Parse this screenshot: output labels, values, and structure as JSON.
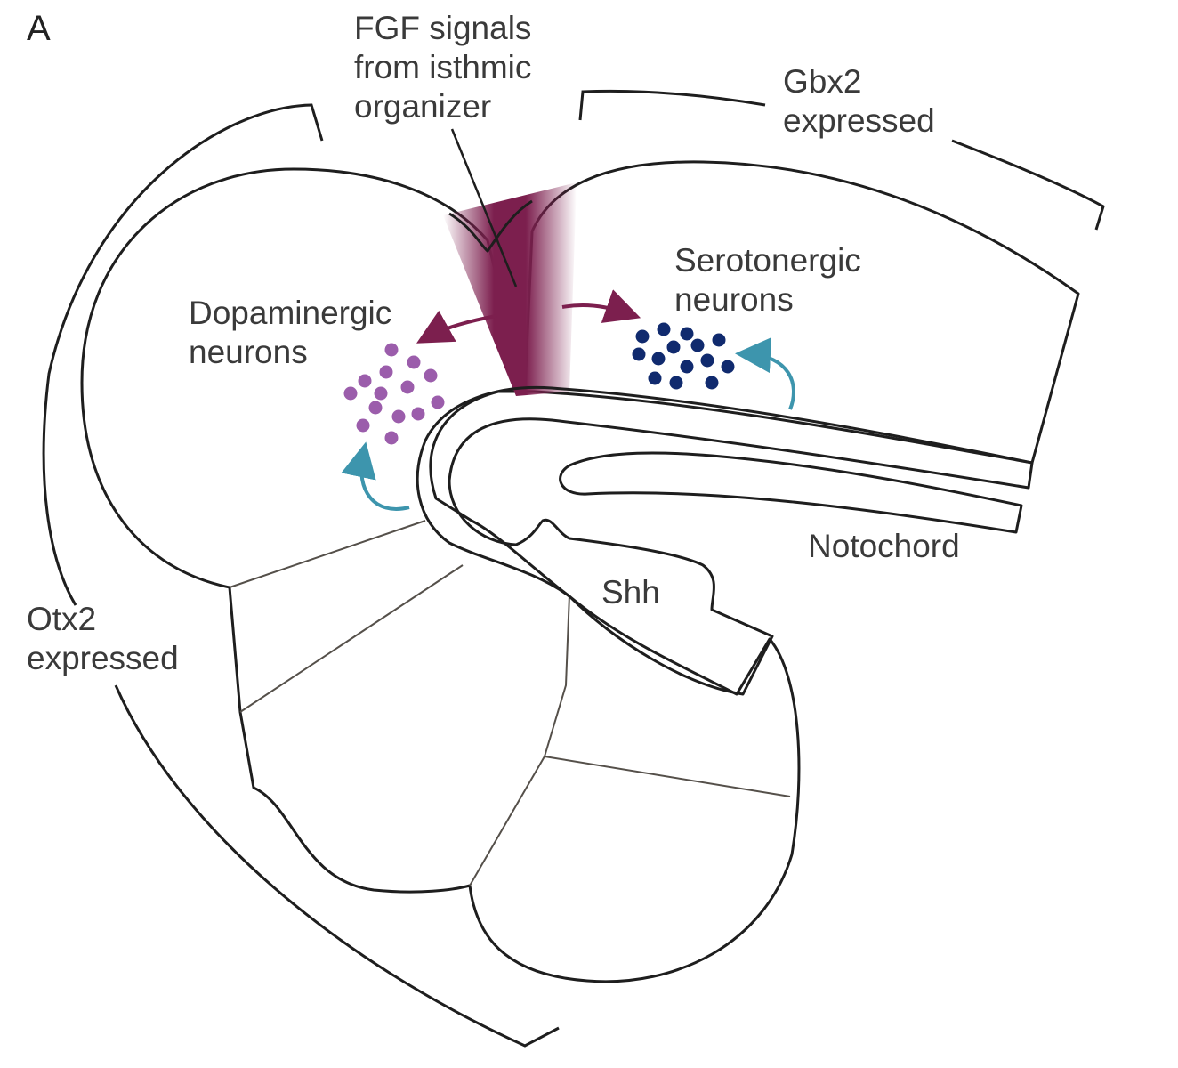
{
  "panel_letter": "A",
  "labels": {
    "fgf": [
      "FGF signals",
      "from isthmic",
      "organizer"
    ],
    "gbx2": [
      "Gbx2",
      "expressed"
    ],
    "serotonergic": [
      "Serotonergic",
      "neurons"
    ],
    "dopaminergic": [
      "Dopaminergic",
      "neurons"
    ],
    "notochord": "Notochord",
    "shh": "Shh",
    "otx2": [
      "Otx2",
      "expressed"
    ]
  },
  "colors": {
    "forebrain_midbrain": "#fdf1d3",
    "hindbrain": "#ead9a6",
    "isthmus": "#7c1f4e",
    "floor_plate": "#5f9fba",
    "notochord": "#c5d4de",
    "dopaminergic_neurons": "#9b5dab",
    "serotonergic_neurons": "#102a6e",
    "arrow_fgf": "#7c1f4e",
    "arrow_shh": "#3d95ad",
    "outline": "#1e1e1e"
  }
}
